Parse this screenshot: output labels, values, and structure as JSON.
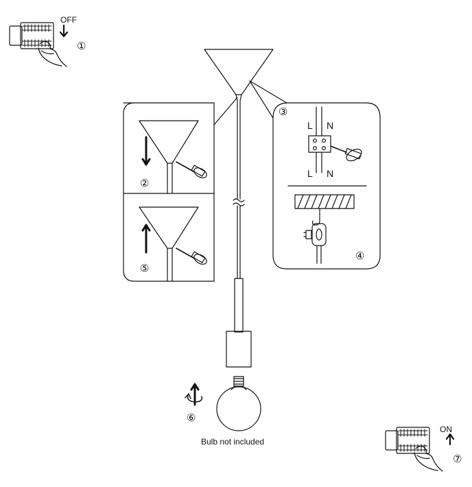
{
  "switch_off": {
    "label": "OFF",
    "step": "①"
  },
  "switch_on": {
    "label": "ON",
    "step": "⑦"
  },
  "panel_left": {
    "step_top": "②",
    "step_bottom": "⑤"
  },
  "panel_right": {
    "step_top": "③",
    "step_bottom": "④",
    "live_label": "L",
    "neutral_label": "N"
  },
  "bulb": {
    "step": "⑥",
    "note": "Bulb not included"
  },
  "colors": {
    "ink": "#111111",
    "panel_stroke": "#1a1a1a",
    "background": "#ffffff"
  }
}
